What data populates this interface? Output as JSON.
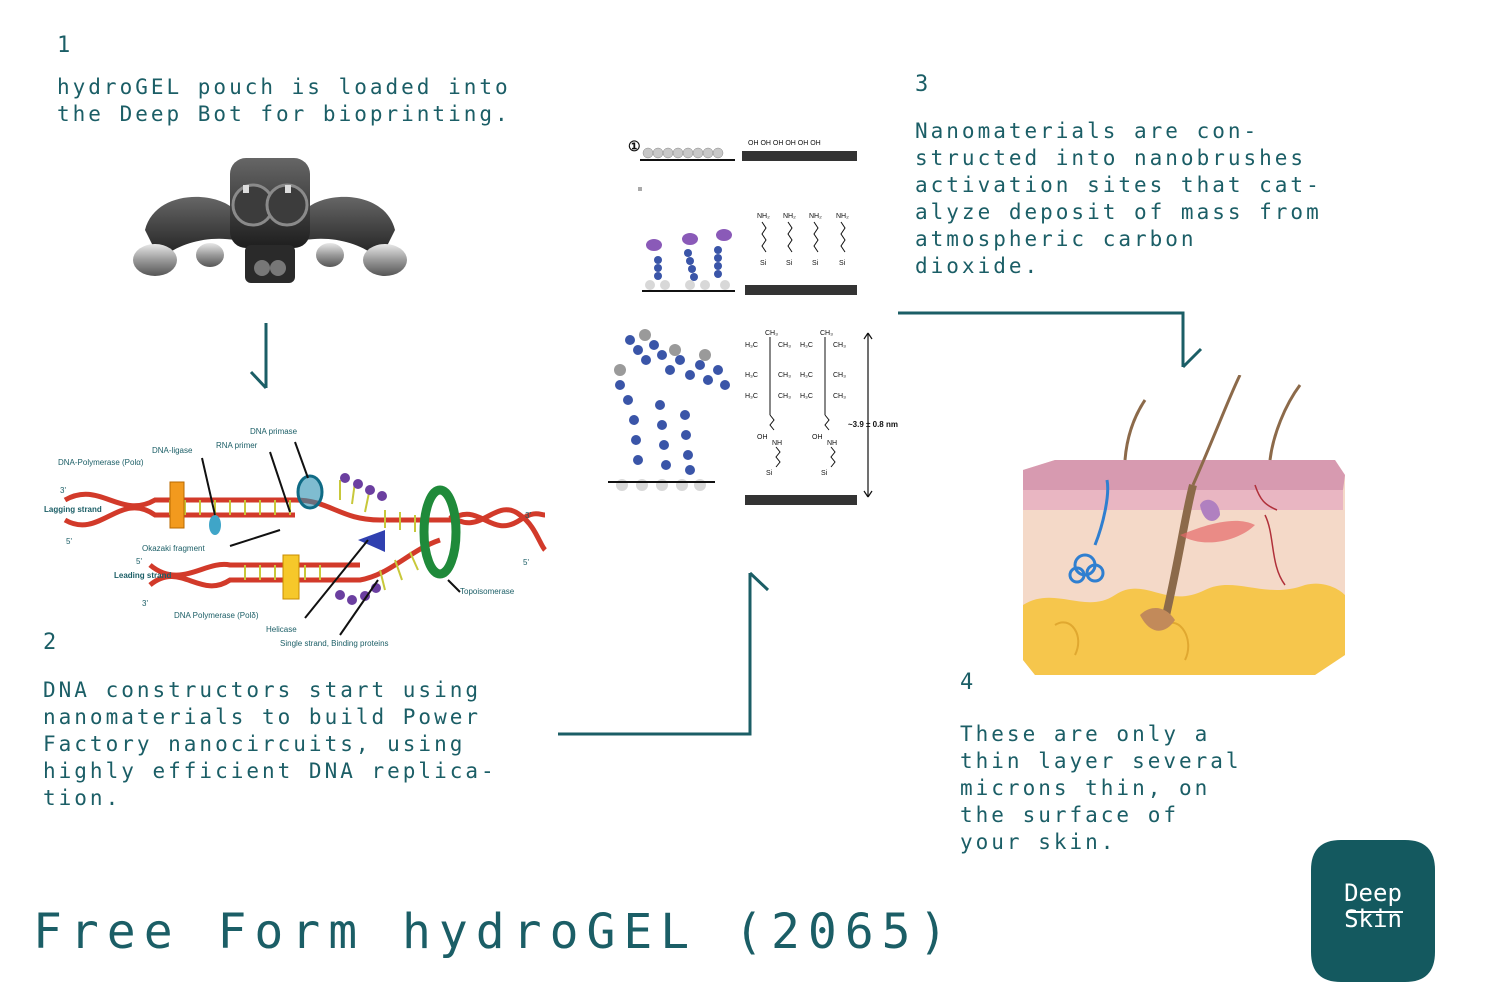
{
  "steps": [
    {
      "number": "1",
      "text": "hydroGEL pouch is loaded into\nthe Deep Bot for bioprinting."
    },
    {
      "number": "2",
      "text": "DNA constructors start using\nnanomaterials to build Power\nFactory nanocircuits, using\nhighly efficient DNA replica-\ntion."
    },
    {
      "number": "3",
      "text": "Nanomaterials are con-\nstructed into nanobrushes\nactivation sites that cat-\nalyze deposit of mass from\natmospheric carbon\ndioxide."
    },
    {
      "number": "4",
      "text": "These are only a\nthin layer several\nmicrons thin, on\nthe surface of\nyour skin."
    }
  ],
  "title": "Free Form hydroGEL (2065)",
  "logo": {
    "line1": "Deep",
    "line2": "Skin"
  },
  "dna_diagram": {
    "labels": {
      "dna_primase": "DNA primase",
      "rna_primer": "RNA primer",
      "dna_ligase": "DNA-ligase",
      "dna_polymerase_alpha": "DNA-Polymerase (Polα)",
      "lagging_strand": "Lagging strand",
      "okazaki_fragment": "Okazaki fragment",
      "leading_strand": "Leading strand",
      "dna_polymerase_delta": "DNA Polymerase (Polδ)",
      "helicase": "Helicase",
      "single_strand_binding": "Single strand, Binding proteins",
      "topoisomerase": "Topoisomerase",
      "end_3_top_left": "3'",
      "end_5_mid_left": "5'",
      "end_5_lower_left": "5'",
      "end_3_bottom_left": "3'",
      "end_3_right": "3'",
      "end_5_right": "5'"
    }
  },
  "nano_diagram": {
    "step_marker": "①",
    "oh_row": "OH OH OH OH OH OH",
    "nh2": "NH₂",
    "si": "Si",
    "ch3_top": "CH₃",
    "h3c": "H₃C",
    "ch3": "CH₃",
    "oh": "OH",
    "nh": "NH",
    "thickness": "~3.9 ± 0.8 nm"
  },
  "colors": {
    "accent": "#1b5e66",
    "logo_bg": "#14595f"
  }
}
